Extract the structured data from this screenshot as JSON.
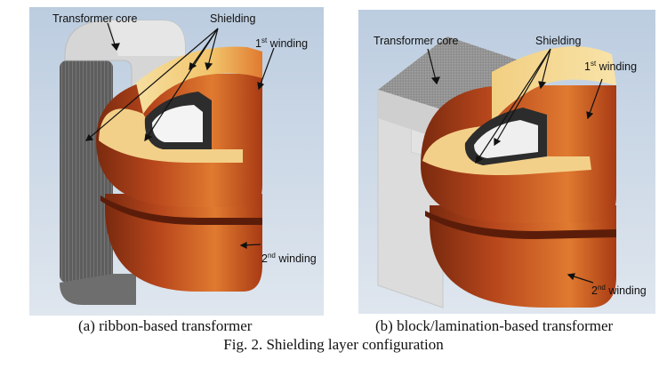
{
  "panel_a": {
    "labels": {
      "core": "Transformer core",
      "shielding": "Shielding",
      "winding1_num": "1",
      "winding1_sup": "st",
      "winding1_text": " winding",
      "winding2_num": "2",
      "winding2_sup": "nd",
      "winding2_text": " winding"
    },
    "caption": "(a) ribbon-based transformer"
  },
  "panel_b": {
    "labels": {
      "core": "Transformer core",
      "shielding": "Shielding",
      "winding1_num": "1",
      "winding1_sup": "st",
      "winding1_text": " winding",
      "winding2_num": "2",
      "winding2_sup": "nd",
      "winding2_text": " winding"
    },
    "caption": "(b) block/lamination-based transformer"
  },
  "figure_caption": "Fig. 2. Shielding layer configuration",
  "colors": {
    "background": "#c3d2e2",
    "core_light": "#d9d9d9",
    "core_dark": "#4a4a4a",
    "winding_top": "#f2cc78",
    "winding_side": "#b8471c",
    "winding_dark": "#6f2410"
  }
}
